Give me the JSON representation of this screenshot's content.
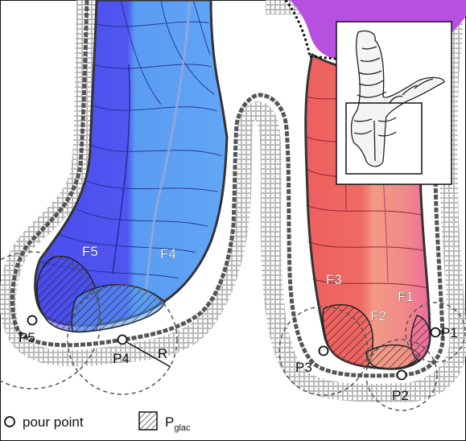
{
  "glaciers": {
    "F1": "F1",
    "F2": "F2",
    "F3": "F3",
    "F4": "F4",
    "F5": "F5"
  },
  "pour_points": {
    "P1": "P1",
    "P2": "P2",
    "P3": "P3",
    "P4": "P4",
    "P5": "P5"
  },
  "radius_label": "R",
  "legend": {
    "pour_point_label": "pour point",
    "pglac_label": "P",
    "pglac_subscript": "glac"
  },
  "colors": {
    "blue_dark": "#4a4dee",
    "blue_light": "#5a9cf2",
    "red": "#ee5f5f",
    "salmon": "#f39a86",
    "pink": "#ee6b9e",
    "purple": "#b651df",
    "grid_cell": "#a9a9a9",
    "outline": "#333333"
  }
}
